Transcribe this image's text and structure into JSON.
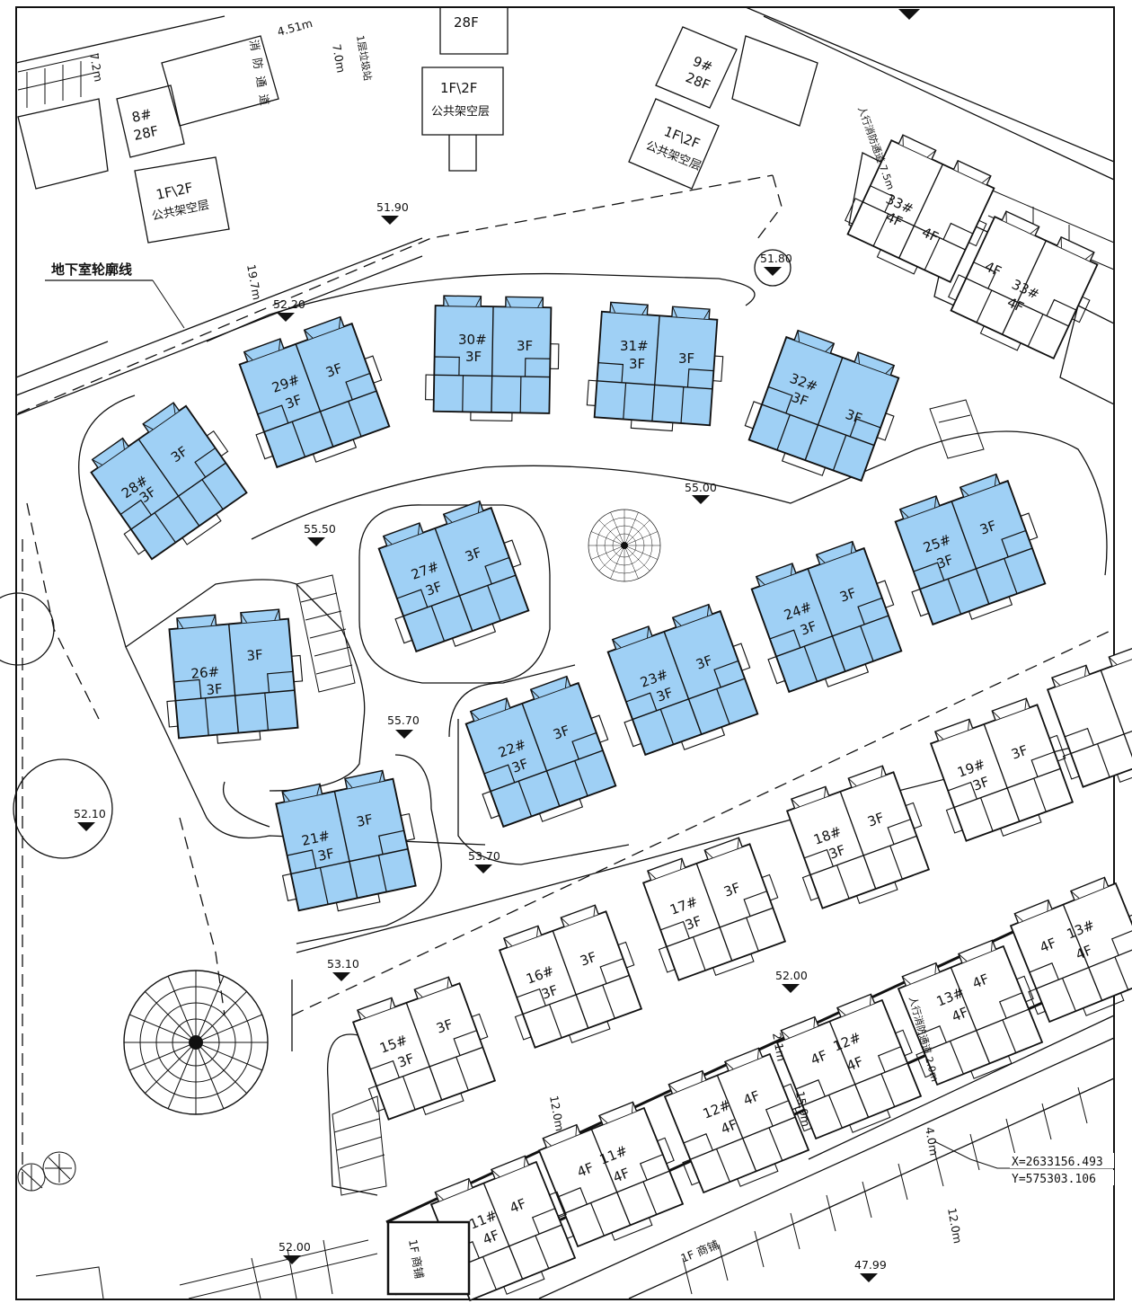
{
  "colors": {
    "highlight": "#9fd0f5",
    "line": "#111111",
    "background": "#ffffff"
  },
  "legend": {
    "basement_outline": "地下室轮廓线"
  },
  "elevations": {
    "e1": "51.90",
    "e2": "51.80",
    "e3": "52.20",
    "e4": "55.00",
    "e5": "55.50",
    "e6": "55.70",
    "e7": "52.10",
    "e8": "53.70",
    "e9": "53.10",
    "e10": "52.00",
    "e11": "52.00",
    "e12": "47.99"
  },
  "annotations": {
    "fire_lane": "消防通道",
    "dist_451": "4.51m",
    "dist_72": "7.2m",
    "dist_70": "7.0m",
    "trash_station": "1层垃圾站",
    "ped_fire_lane_15": "人行消防通道 7.5m",
    "dist_197": "19.7m",
    "dist_120a": "12.0m",
    "dist_21": "2.1m",
    "dist_159": "15.9m",
    "ped_fire_lane_20": "人行消防通道 2.0m",
    "dist_40": "4.0m",
    "dist_120b": "12.0m",
    "shop_1f": "1F 商铺"
  },
  "coordinates": {
    "x": "X=2633156.493",
    "y": "Y=575303.106"
  },
  "towers": {
    "t8": {
      "num": "8#",
      "floors": "28F"
    },
    "t9": {
      "num": "9#",
      "floors": "28F"
    },
    "t_top": {
      "floors": "28F"
    },
    "podium_label": "1F\\2F",
    "podium_sub": "公共架空层"
  },
  "buildings": {
    "b30": {
      "num": "30#",
      "f": "3F",
      "f2": "3F"
    },
    "b31": {
      "num": "31#",
      "f": "3F",
      "f2": "3F"
    },
    "b29": {
      "num": "29#",
      "f": "3F",
      "f2": "3F"
    },
    "b32": {
      "num": "32#",
      "f": "3F",
      "f2": "3F"
    },
    "b28": {
      "num": "28#",
      "f": "3F",
      "f2": "3F"
    },
    "b27": {
      "num": "27#",
      "f": "3F",
      "f2": "3F"
    },
    "b25": {
      "num": "25#",
      "f": "3F",
      "f2": "3F"
    },
    "b24": {
      "num": "24#",
      "f": "3F",
      "f2": "3F"
    },
    "b26": {
      "num": "26#",
      "f": "3F",
      "f2": "3F"
    },
    "b23": {
      "num": "23#",
      "f": "3F",
      "f2": "3F"
    },
    "b22": {
      "num": "22#",
      "f": "3F",
      "f2": "3F"
    },
    "b21": {
      "num": "21#",
      "f": "3F",
      "f2": "3F"
    },
    "b19": {
      "num": "19#",
      "f": "3F",
      "f2": "3F"
    },
    "b18": {
      "num": "18#",
      "f": "3F",
      "f2": "3F"
    },
    "b17": {
      "num": "17#",
      "f": "3F",
      "f2": "3F"
    },
    "b16": {
      "num": "16#",
      "f": "3F",
      "f2": "3F"
    },
    "b15": {
      "num": "15#",
      "f": "3F",
      "f2": "3F"
    },
    "b33": {
      "num": "33#",
      "f": "4F",
      "f2": "4F"
    },
    "b33b": {
      "num": "33#",
      "f": "4F",
      "f2": "4F"
    },
    "b13": {
      "num": "13#",
      "f": "4F",
      "f2": "4F"
    },
    "b13b": {
      "num": "13#",
      "f": "4F",
      "f2": "4F"
    },
    "b12": {
      "num": "12#",
      "f": "4F",
      "f2": "4F"
    },
    "b12b": {
      "num": "12#",
      "f": "4F",
      "f2": "4F"
    },
    "b11": {
      "num": "11#",
      "f": "4F",
      "f2": "4F"
    },
    "b11b": {
      "num": "11#",
      "f": "4F",
      "f2": "4F"
    }
  }
}
